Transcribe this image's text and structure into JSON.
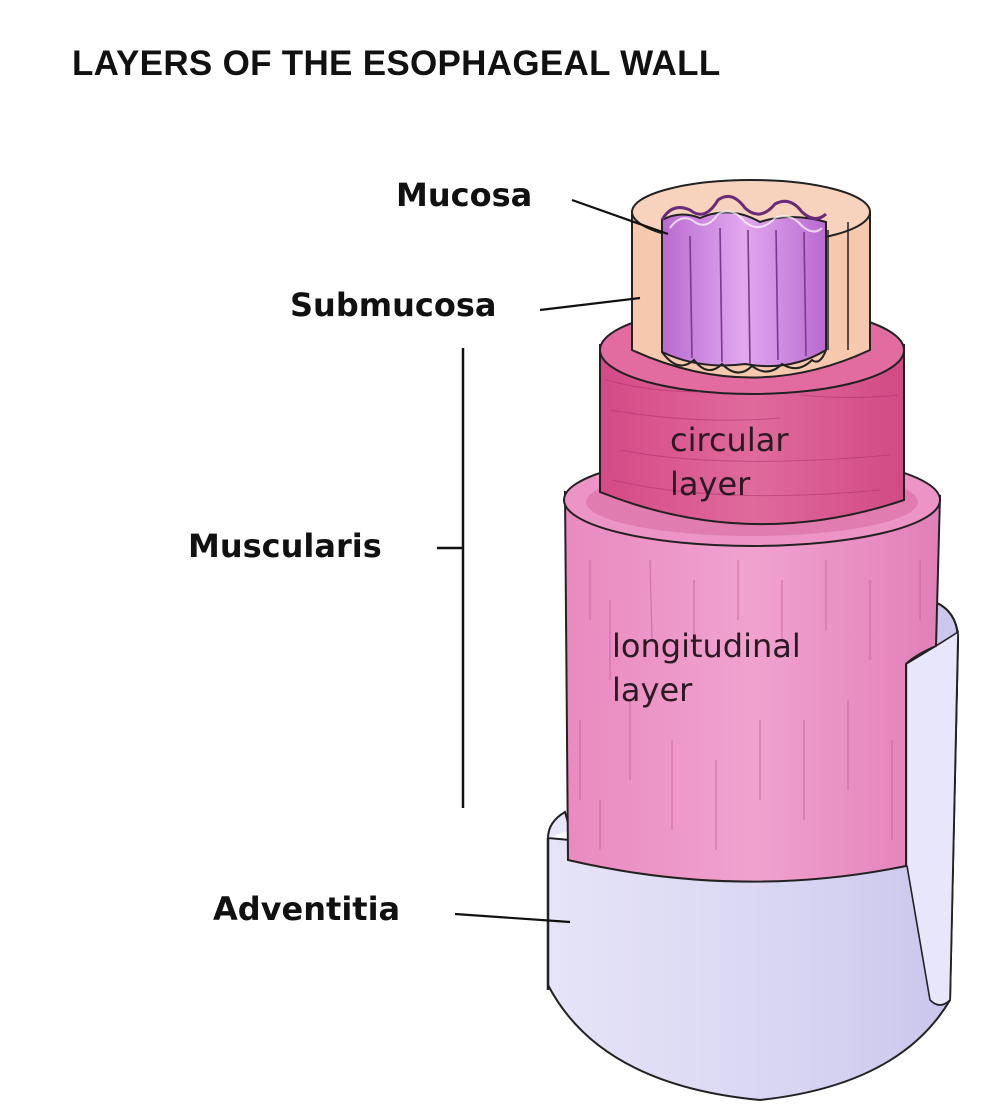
{
  "title": "LAYERS OF THE ESOPHAGEAL WALL",
  "labels": {
    "mucosa": "Mucosa",
    "submucosa": "Submucosa",
    "muscularis": "Muscularis",
    "adventitia": "Adventitia"
  },
  "inner_labels": {
    "circular_line1": "circular",
    "circular_line2": "layer",
    "longitudinal_line1": "longitudinal",
    "longitudinal_line2": "layer"
  },
  "colors": {
    "mucosa": "#c77bd9",
    "submucosa": "#f6c9ae",
    "circular_layer": "#d9548c",
    "longitudinal_layer": "#ec8fc3",
    "adventitia": "#dcdaf4"
  }
}
